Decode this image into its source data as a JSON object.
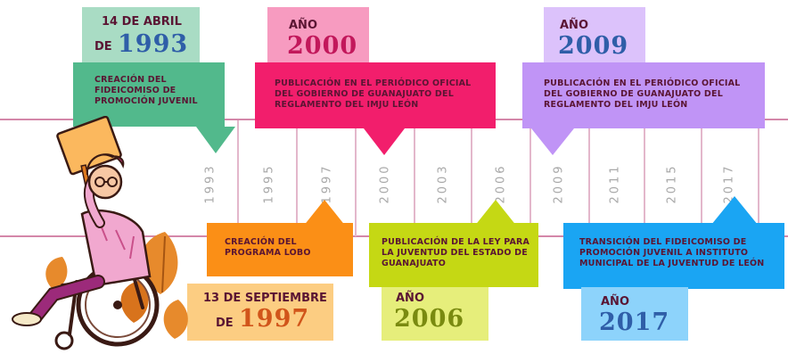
{
  "timeline": {
    "colors": {
      "line": "#d487a9",
      "ticks": "#e3b7cb",
      "year_text": "#a8a8a8"
    },
    "years": [
      "1993",
      "1995",
      "1997",
      "2000",
      "2003",
      "2006",
      "2009",
      "2011",
      "2015",
      "2017"
    ]
  },
  "events": [
    {
      "date_line1": "14 DE ABRIL",
      "date_prefix": "DE",
      "date_year": "1993",
      "text": "CREACIÓN DEL FIDEICOMISO DE PROMOCIÓN JUVENIL",
      "colors": {
        "date_bg": "#a9dcc4",
        "callout_bg": "#52b98c",
        "text": "#5a1533"
      }
    },
    {
      "date_line1": "AÑO",
      "date_year": "2000",
      "text": "PUBLICACIÓN EN EL PERIÓDICO OFICIAL DEL GOBIERNO DE GUANAJUATO  DEL REGLAMENTO DEL IMJU LEÓN",
      "colors": {
        "date_bg": "#f79bc0",
        "callout_bg": "#f21e6c",
        "text": "#5a1533"
      }
    },
    {
      "date_line1": "AÑO",
      "date_year": "2009",
      "text": "PUBLICACIÓN EN EL PERIÓDICO OFICIAL DEL GOBIERNO DE GUANAJUATO  DEL REGLAMENTO DEL IMJU LEÓN",
      "colors": {
        "date_bg": "#dcc2fb",
        "callout_bg": "#c094f6",
        "text": "#5a1533"
      }
    },
    {
      "date_line1": "13 DE SEPTIEMBRE",
      "date_prefix": "DE",
      "date_year": "1997",
      "text": "CREACIÓN DEL PROGRAMA LOBO",
      "colors": {
        "date_bg": "#fccd82",
        "callout_bg": "#fb8f16",
        "text": "#5a1533"
      }
    },
    {
      "date_line1": "AÑO",
      "date_year": "2006",
      "text": "PUBLICACIÓN DE LA LEY PARA LA JUVENTUD DEL ESTADO DE GUANAJUATO",
      "colors": {
        "date_bg": "#e6ee7b",
        "callout_bg": "#c5d814",
        "text": "#5a1533"
      }
    },
    {
      "date_line1": "AÑO",
      "date_year": "2017",
      "text": "TRANSICIÓN DEL FIDEICOMISO DE PROMOCIÓN JUVENIL A INSTITUTO MUNICIPAL DE LA JUVENTUD DE LEÓN",
      "colors": {
        "date_bg": "#8dd3fb",
        "callout_bg": "#1aa5f3",
        "text": "#5a1533"
      }
    }
  ],
  "illustration": {
    "icon": "person-in-wheelchair-with-sign-illustration"
  }
}
